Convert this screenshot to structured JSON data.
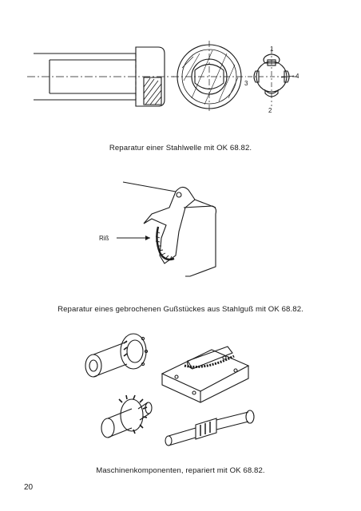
{
  "figures": [
    {
      "caption": "Reparatur einer Stahlwelle mit OK 68.82.",
      "labels": [
        "1",
        "2",
        "3",
        "4"
      ]
    },
    {
      "caption": "Reparatur eines gebrochenen Gußstückes aus Stahlguß mit OK 68.82.",
      "labels": [
        "Riß"
      ]
    },
    {
      "caption": "Maschinenkomponenten, repariert mit OK 68.82."
    }
  ],
  "page_number": "20"
}
